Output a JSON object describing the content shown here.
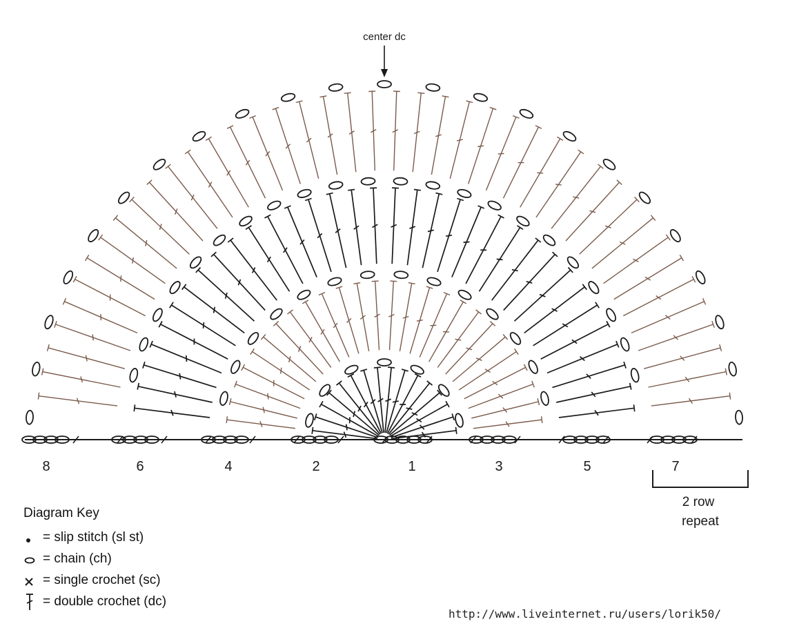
{
  "diagram": {
    "center_label": "center dc",
    "row_labels": [
      "8",
      "6",
      "4",
      "2",
      "1",
      "3",
      "5",
      "7"
    ],
    "repeat_label": [
      "2 row",
      "repeat"
    ]
  },
  "key": {
    "title": "Diagram Key",
    "items": [
      {
        "icon": "slip-stitch-icon",
        "text": "= slip stitch (sl st)"
      },
      {
        "icon": "chain-icon",
        "text": "= chain (ch)"
      },
      {
        "icon": "single-crochet-icon",
        "text": "= single crochet (sc)"
      },
      {
        "icon": "double-crochet-icon",
        "text": "= double crochet (dc)"
      }
    ]
  },
  "footer": {
    "url": "http://www.liveinternet.ru/users/lorik50/"
  },
  "colors": {
    "ink": "#1a1a1a",
    "brown": "#7a5a4a"
  }
}
